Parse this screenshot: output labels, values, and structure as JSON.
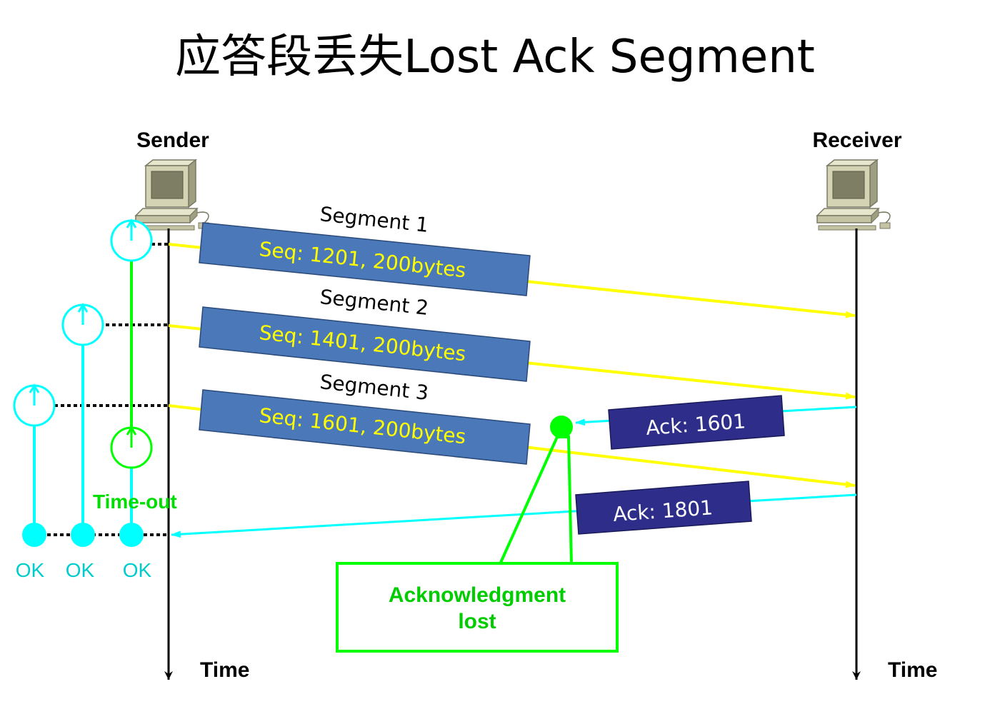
{
  "title": "应答段丢失Lost Ack Segment",
  "sender": {
    "label": "Sender"
  },
  "receiver": {
    "label": "Receiver"
  },
  "time_labels": {
    "sender": "Time",
    "receiver": "Time"
  },
  "segments": [
    {
      "name": "Segment 1",
      "box": "Seq: 1201, 200bytes"
    },
    {
      "name": "Segment 2",
      "box": "Seq: 1401, 200bytes"
    },
    {
      "name": "Segment 3",
      "box": "Seq: 1601, 200bytes"
    }
  ],
  "acks": [
    {
      "label": "Ack: 1601",
      "lost": true
    },
    {
      "label": "Ack: 1801",
      "lost": false
    }
  ],
  "timeout_label": "Time-out",
  "ok_labels": [
    "OK",
    "OK",
    "OK"
  ],
  "callout": {
    "line1": "Acknowledgment",
    "line2": "lost"
  },
  "colors": {
    "segment_arrow": "#ffff00",
    "segment_box": "#4a78b8",
    "segment_text": "#ffff00",
    "ack_box": "#2e2e8a",
    "ack_arrow": "#00ffff",
    "timer": "#00ffff",
    "timeout": "#00ff00"
  }
}
